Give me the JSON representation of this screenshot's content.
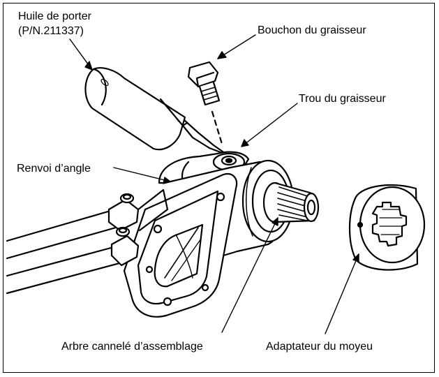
{
  "labels": {
    "huile_line1": "Huile de porter",
    "huile_line2": "(P/N.211337)",
    "bouchon": "Bouchon du graisseur",
    "trou": "Trou du graisseur",
    "renvoi": "Renvoi d’angle",
    "arbre": "Arbre cannelé d’assemblage",
    "adaptateur": "Adaptateur du moyeu"
  },
  "colors": {
    "ink": "#000000",
    "paper": "#ffffff"
  }
}
